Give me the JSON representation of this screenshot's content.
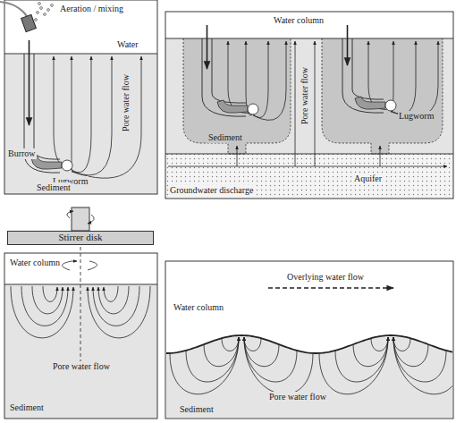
{
  "diagram": {
    "nodes": [
      {
        "text": [
          "Stirrer disk"
        ]
      }
    ],
    "labels": [
      "Aeration / mixing",
      "Water",
      "Pore water flow",
      "Burrow",
      "Lugworm",
      "Sediment",
      "Water column",
      "Pore water flow",
      "Sediment",
      "Lugworm",
      "Aquifer",
      "Groundwater discharge",
      "Water column",
      "Pore water flow",
      "Sediment",
      "Overlying water flow",
      "Water column",
      "Pore water flow",
      "Sediment"
    ]
  }
}
